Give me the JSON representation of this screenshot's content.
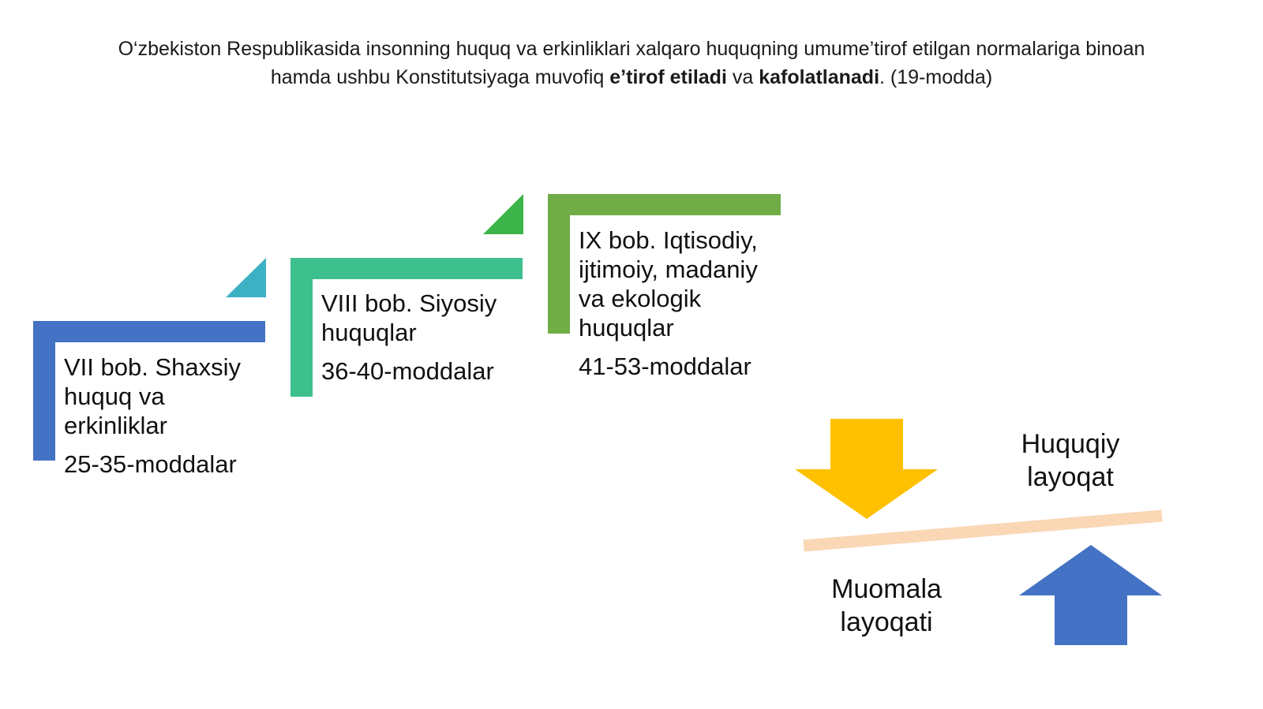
{
  "header": {
    "part1": "O‘zbekiston Respublikasida insonning huquq va erkinliklari xalqaro huquqning umume’tirof etilgan normalariga binoan",
    "part2": "hamda ushbu Konstitutsiyaga muvofiq ",
    "bold1": "e’tirof etiladi",
    "part3": " va ",
    "bold2": "kafolatlanadi",
    "part4": ". (19-modda)"
  },
  "steps": [
    {
      "title": "VII bob. Shaxsiy huquq va erkinliklar",
      "articles": "25-35-moddalar",
      "color": "#4472C4"
    },
    {
      "title": "VIII bob. Siyosiy huquqlar",
      "articles": "36-40-moddalar",
      "color": "#3DBF8E"
    },
    {
      "title": "IX bob. Iqtisodiy, ijtimoiy, madaniy va ekologik huquqlar",
      "articles": "41-53-moddalar",
      "color": "#70AD47"
    }
  ],
  "accent_triangles": {
    "teal": "#3DB1C4",
    "green": "#3BB54A"
  },
  "capacity": {
    "top_label": "Huquqiy layoqat",
    "bottom_label": "Muomala layoqati",
    "down_arrow_color": "#FFC000",
    "up_arrow_color": "#4472C4",
    "beam_color": "#FAD7B5"
  }
}
